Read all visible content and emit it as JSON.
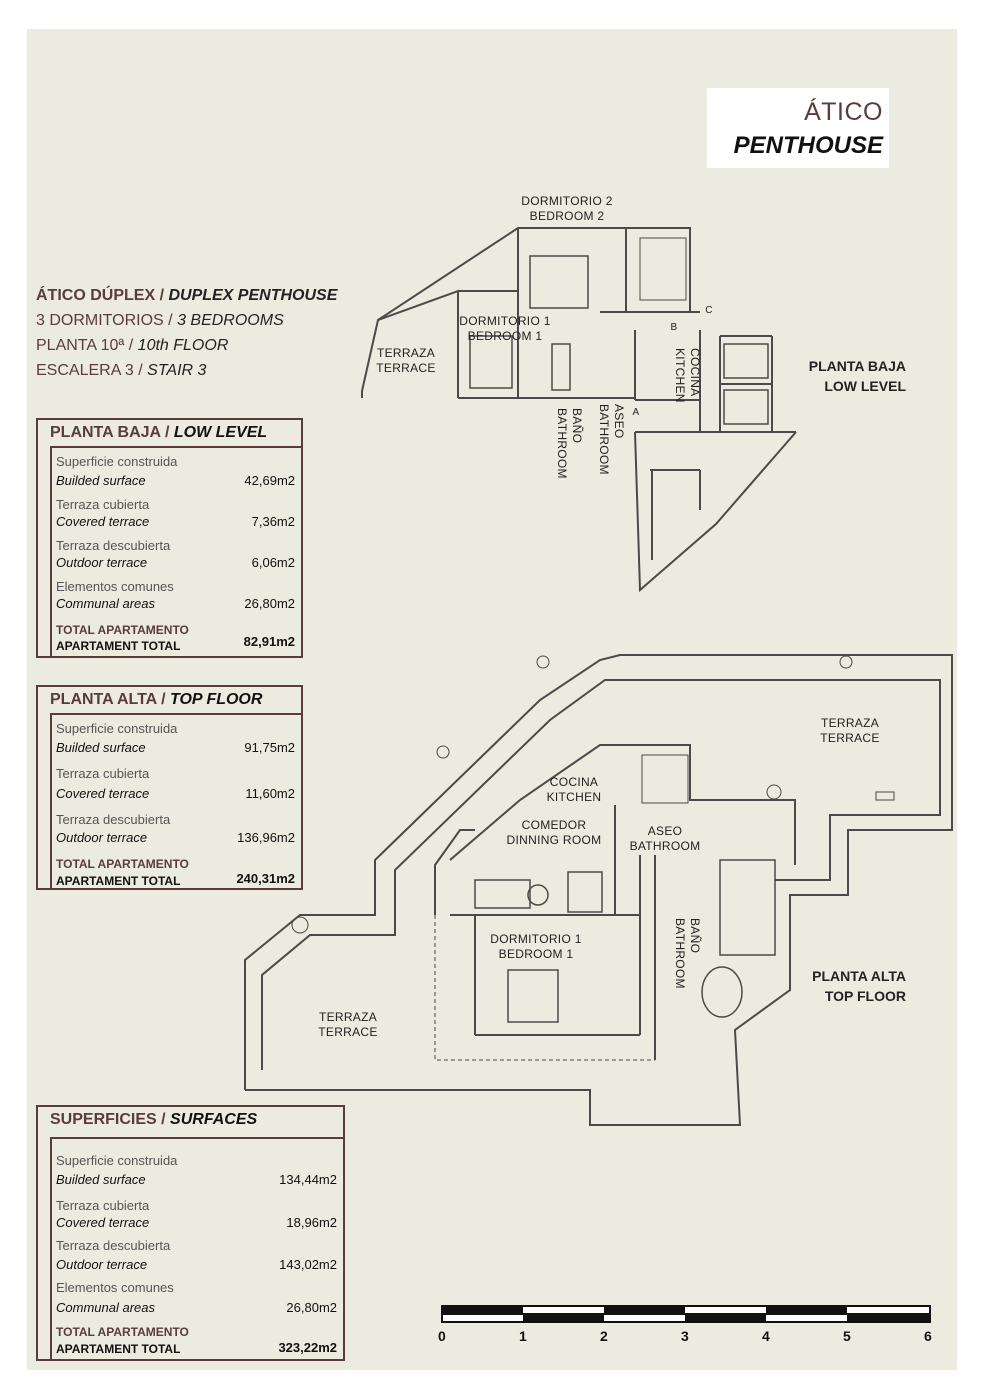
{
  "header": {
    "title_es": "ÁTICO",
    "title_en": "PENTHOUSE"
  },
  "info": {
    "type_es": "ÁTICO DÚPLEX / ",
    "type_en": "DUPLEX PENTHOUSE",
    "bedrooms_es": "3 DORMITORIOS / ",
    "bedrooms_en": "3 BEDROOMS",
    "floor_es": "PLANTA 10ª / ",
    "floor_en": "10th FLOOR",
    "stair_es": "ESCALERA 3 / ",
    "stair_en": "STAIR 3"
  },
  "low_level_table": {
    "title_es": "PLANTA BAJA / ",
    "title_en": "LOW LEVEL",
    "rows": [
      {
        "es": "Superficie construida",
        "en": "Builded surface",
        "value": "42,69m2"
      },
      {
        "es": "Terraza cubierta",
        "en": "Covered terrace",
        "value": "7,36m2"
      },
      {
        "es": "Terraza descubierta",
        "en": "Outdoor terrace",
        "value": "6,06m2"
      },
      {
        "es": "Elementos comunes",
        "en": "Communal areas",
        "value": "26,80m2"
      },
      {
        "es": "TOTAL APARTAMENTO",
        "en": "APARTAMENT TOTAL",
        "value": "82,91m2"
      }
    ]
  },
  "top_floor_table": {
    "title_es": "PLANTA ALTA / ",
    "title_en": "TOP FLOOR",
    "rows": [
      {
        "es": "Superficie construida",
        "en": "Builded surface",
        "value": "91,75m2"
      },
      {
        "es": "Terraza cubierta",
        "en": "Covered terrace",
        "value": "11,60m2"
      },
      {
        "es": "Terraza descubierta",
        "en": "Outdoor terrace",
        "value": "136,96m2"
      },
      {
        "es": "TOTAL APARTAMENTO",
        "en": "APARTAMENT TOTAL",
        "value": "240,31m2"
      }
    ]
  },
  "surfaces_table": {
    "title_es": "SUPERFICIES / ",
    "title_en": "SURFACES",
    "rows": [
      {
        "es": "Superficie construida",
        "en": "Builded surface",
        "value": "134,44m2"
      },
      {
        "es": "Terraza cubierta",
        "en": "Covered terrace",
        "value": "18,96m2"
      },
      {
        "es": "Terraza descubierta",
        "en": "Outdoor terrace",
        "value": "143,02m2"
      },
      {
        "es": "Elementos comunes",
        "en": "Communal areas",
        "value": "26,80m2"
      },
      {
        "es": "TOTAL APARTAMENTO",
        "en": "APARTAMENT TOTAL",
        "value": "323,22m2"
      }
    ]
  },
  "low_plan": {
    "label_es": "PLANTA BAJA",
    "label_en": "LOW LEVEL",
    "bedroom2_es": "DORMITORIO 2",
    "bedroom2_en": "BEDROOM 2",
    "bedroom1_es": "DORMITORIO 1",
    "bedroom1_en": "BEDROOM 1",
    "terrace_es": "TERRAZA",
    "terrace_en": "TERRACE",
    "bath_es": "BAÑO",
    "bath_en": "BATHROOM",
    "aseo_es": "ASEO",
    "aseo_en": "BATHROOM",
    "kitchen_es": "COCINA",
    "kitchen_en": "KITCHEN",
    "marker_a": "A",
    "marker_b": "B",
    "marker_c": "C"
  },
  "top_plan": {
    "label_es": "PLANTA ALTA",
    "label_en": "TOP FLOOR",
    "terrace1_es": "TERRAZA",
    "terrace1_en": "TERRACE",
    "terrace2_es": "TERRAZA",
    "terrace2_en": "TERRACE",
    "kitchen_es": "COCINA",
    "kitchen_en": "KITCHEN",
    "dining_es": "COMEDOR",
    "dining_en": "DINNING ROOM",
    "aseo_es": "ASEO",
    "aseo_en": "BATHROOM",
    "bedroom1_es": "DORMITORIO 1",
    "bedroom1_en": "BEDROOM 1",
    "bath_es": "BAÑO",
    "bath_en": "BATHROOM"
  },
  "scale": {
    "ticks": [
      "0",
      "1",
      "2",
      "3",
      "4",
      "5",
      "6"
    ]
  }
}
